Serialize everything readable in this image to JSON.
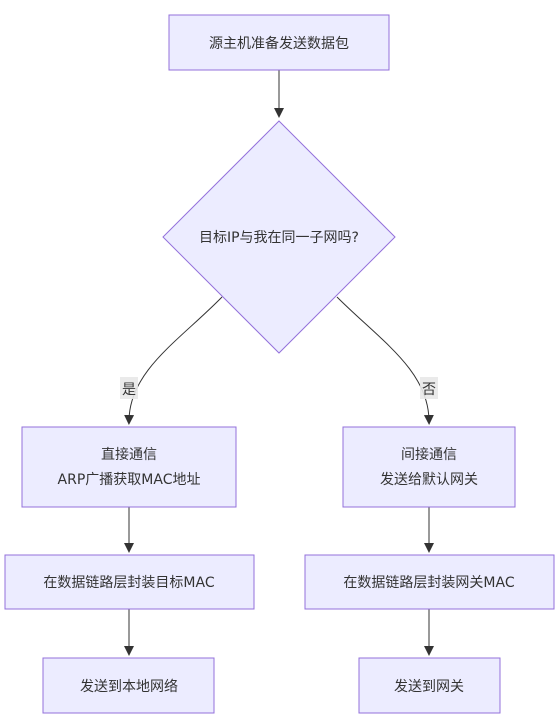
{
  "colors": {
    "node_fill": "#ECECFF",
    "node_stroke": "#9370DB",
    "edge": "#333333",
    "label_bg": "#e8e8e8",
    "text": "#333333"
  },
  "nodes": {
    "start": {
      "label": "源主机准备发送数据包"
    },
    "decision": {
      "label": "目标IP与我在同一子网吗?"
    },
    "direct": {
      "line1": "直接通信",
      "line2": "ARP广播获取MAC地址"
    },
    "indirect": {
      "line1": "间接通信",
      "line2": "发送给默认网关"
    },
    "encap_target": {
      "label": "在数据链路层封装目标MAC"
    },
    "encap_gateway": {
      "label": "在数据链路层封装网关MAC"
    },
    "send_local": {
      "label": "发送到本地网络"
    },
    "send_gateway": {
      "label": "发送到网关"
    }
  },
  "edges": {
    "yes_label": "是",
    "no_label": "否"
  }
}
